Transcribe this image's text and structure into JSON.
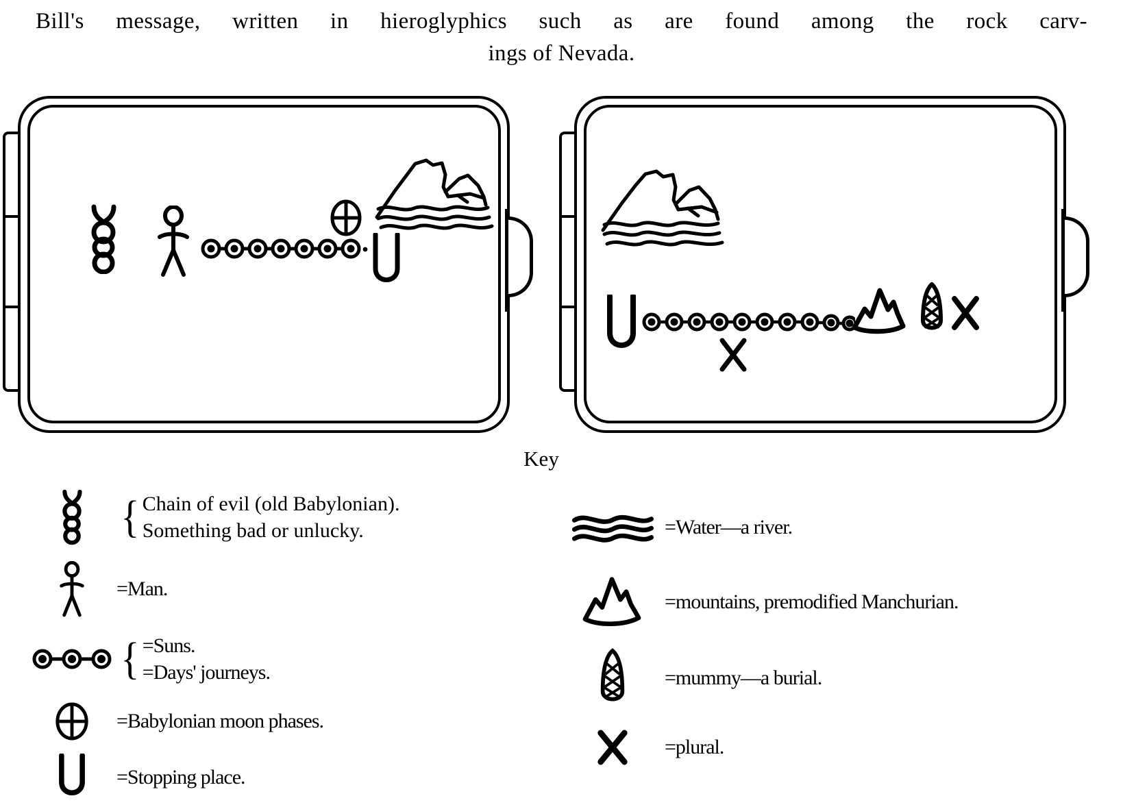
{
  "caption": {
    "line1": "Bill's message, written in hieroglyphics such as are found among the rock carv-",
    "line2": "ings of Nevada."
  },
  "key_heading": "Key",
  "panels": [
    {
      "name": "left-tablet",
      "glyphs": [
        {
          "icon": "chain-of-evil-icon",
          "label": "chain of evil"
        },
        {
          "icon": "man-icon",
          "label": "man"
        },
        {
          "icon": "suns-chain-icon",
          "label": "suns",
          "count": 7
        },
        {
          "icon": "moon-phases-icon",
          "label": "Babylonian moon phases"
        },
        {
          "icon": "mountain-river-icon",
          "label": "mountain and river"
        },
        {
          "icon": "stopping-place-icon",
          "label": "stopping place"
        }
      ]
    },
    {
      "name": "right-tablet",
      "glyphs": [
        {
          "icon": "mountain-river-icon",
          "label": "mountain and river"
        },
        {
          "icon": "stopping-place-icon",
          "label": "stopping place"
        },
        {
          "icon": "suns-chain-icon",
          "label": "suns",
          "count": 10
        },
        {
          "icon": "plural-x-icon",
          "label": "plural"
        },
        {
          "icon": "mountains-icon",
          "label": "mountains"
        },
        {
          "icon": "mummy-icon",
          "label": "mummy"
        },
        {
          "icon": "plural-x-icon",
          "label": "plural"
        }
      ]
    }
  ],
  "key_left": [
    {
      "icon": "chain-of-evil-icon",
      "braced": true,
      "lines": [
        "Chain of evil (old Babylonian).",
        "Something bad or unlucky."
      ]
    },
    {
      "icon": "man-icon",
      "braced": false,
      "lines": [
        "=Man."
      ]
    },
    {
      "icon": "suns-chain-icon",
      "braced": true,
      "lines": [
        "=Suns.",
        "=Days' journeys."
      ]
    },
    {
      "icon": "moon-phases-icon",
      "braced": false,
      "lines": [
        "=Babylonian moon phases."
      ]
    },
    {
      "icon": "stopping-place-icon",
      "braced": false,
      "lines": [
        "=Stopping place."
      ]
    }
  ],
  "key_right": [
    {
      "icon": "water-icon",
      "lines": [
        "=Water—a river."
      ]
    },
    {
      "icon": "mountains-icon",
      "lines": [
        "=mountains, premodified Manchurian."
      ]
    },
    {
      "icon": "mummy-icon",
      "lines": [
        "=mummy—a burial."
      ]
    },
    {
      "icon": "plural-x-icon",
      "lines": [
        "=plural."
      ]
    }
  ],
  "colors": {
    "ink": "#000000",
    "paper": "#ffffff"
  }
}
